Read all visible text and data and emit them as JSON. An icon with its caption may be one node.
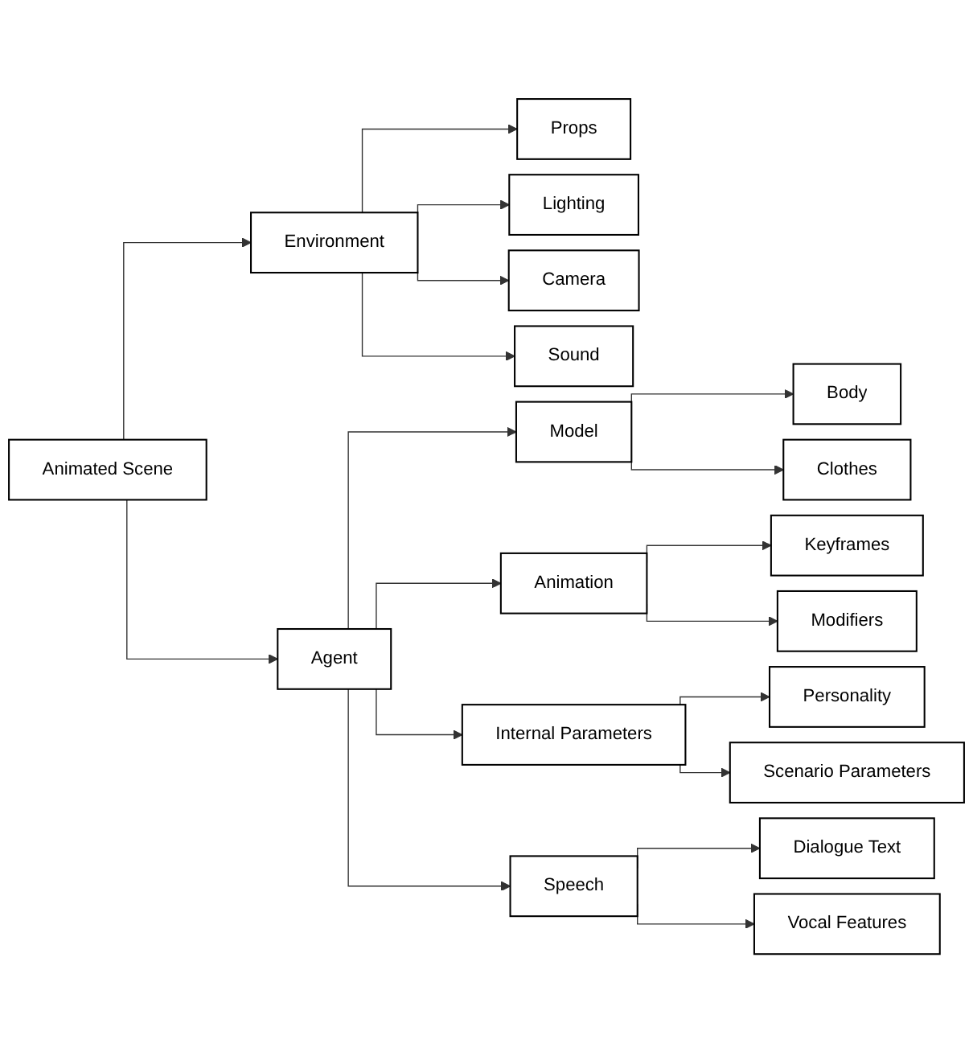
{
  "diagram": {
    "nodes": [
      {
        "text": [
          "Animated Scene"
        ]
      },
      {
        "text": [
          "Environment"
        ]
      },
      {
        "text": [
          "Agent"
        ]
      },
      {
        "text": [
          "Props"
        ]
      },
      {
        "text": [
          "Lighting"
        ]
      },
      {
        "text": [
          "Camera"
        ]
      },
      {
        "text": [
          "Sound"
        ]
      },
      {
        "text": [
          "Model"
        ]
      },
      {
        "text": [
          "Body"
        ]
      },
      {
        "text": [
          "Clothes"
        ]
      },
      {
        "text": [
          "Animation"
        ]
      },
      {
        "text": [
          "Keyframes"
        ]
      },
      {
        "text": [
          "Modifiers"
        ]
      },
      {
        "text": [
          "Internal Parameters"
        ]
      },
      {
        "text": [
          "Personality"
        ]
      },
      {
        "text": [
          "Scenario Parameters"
        ]
      },
      {
        "text": [
          "Speech"
        ]
      },
      {
        "text": [
          "Dialogue Text"
        ]
      },
      {
        "text": [
          "Vocal Features"
        ]
      }
    ],
    "edges": [
      {
        "from": 0,
        "to": 1,
        "arrow": "to"
      },
      {
        "from": 0,
        "to": 2,
        "arrow": "to"
      },
      {
        "from": 1,
        "to": 3,
        "arrow": "to"
      },
      {
        "from": 1,
        "to": 4,
        "arrow": "to"
      },
      {
        "from": 1,
        "to": 5,
        "arrow": "to"
      },
      {
        "from": 1,
        "to": 6,
        "arrow": "to"
      },
      {
        "from": 2,
        "to": 7,
        "arrow": "to"
      },
      {
        "from": 2,
        "to": 10,
        "arrow": "to"
      },
      {
        "from": 2,
        "to": 13,
        "arrow": "to"
      },
      {
        "from": 2,
        "to": 16,
        "arrow": "to"
      },
      {
        "from": 7,
        "to": 8,
        "arrow": "to"
      },
      {
        "from": 7,
        "to": 9,
        "arrow": "to"
      },
      {
        "from": 10,
        "to": 11,
        "arrow": "to"
      },
      {
        "from": 10,
        "to": 12,
        "arrow": "to"
      },
      {
        "from": 13,
        "to": 14,
        "arrow": "to"
      },
      {
        "from": 13,
        "to": 15,
        "arrow": "to"
      },
      {
        "from": 16,
        "to": 17,
        "arrow": "to"
      },
      {
        "from": 16,
        "to": 18,
        "arrow": "to"
      }
    ]
  }
}
